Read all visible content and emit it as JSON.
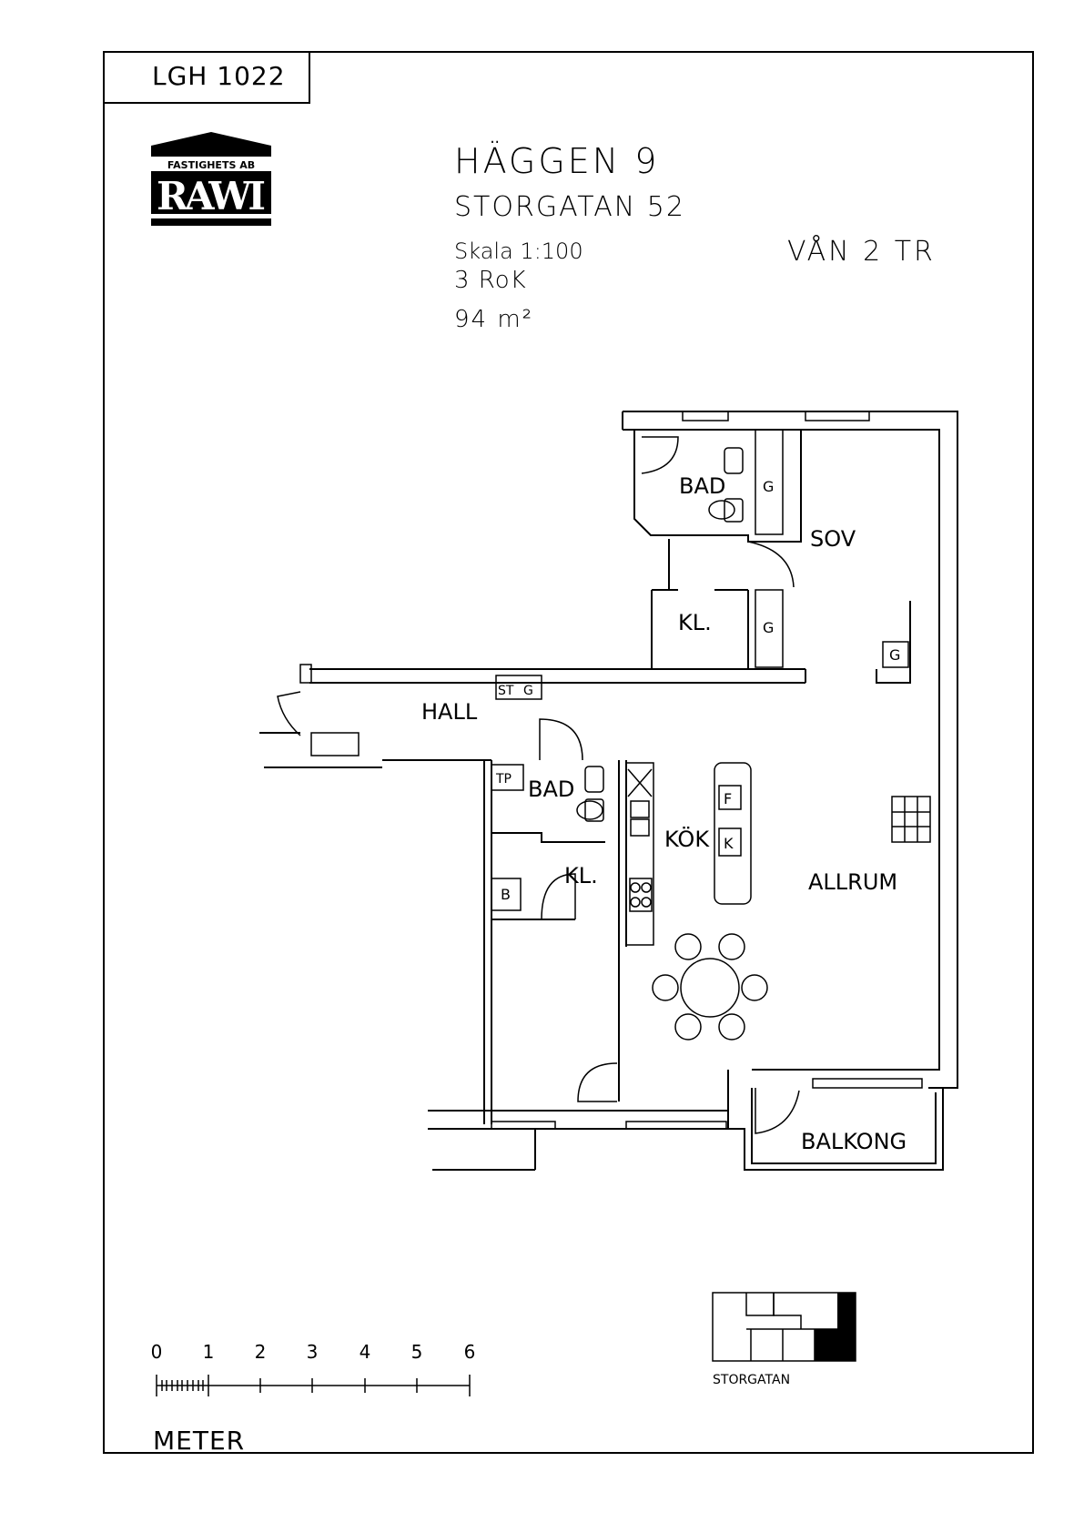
{
  "apartment_label": "LGH 1022",
  "logo": {
    "top_text": "FASTIGHETS AB",
    "name": "RAWI"
  },
  "header": {
    "title": "HÄGGEN 9",
    "address": "STORGATAN 52",
    "scale": "Skala 1:100",
    "rooms": "3 RoK",
    "area": "94 m²",
    "floor": "VÅN 2 TR"
  },
  "rooms": {
    "bad_upper": "BAD",
    "sov": "SOV",
    "kl_upper": "KL.",
    "g1": "G",
    "g2": "G",
    "g3": "G",
    "hall": "HALL",
    "st": "ST",
    "g_hall": "G",
    "tp": "TP",
    "bad_lower": "BAD",
    "kok": "KÖK",
    "f": "F",
    "k": "K",
    "kl_lower": "KL.",
    "b": "B",
    "allrum": "ALLRUM",
    "balkong": "BALKONG"
  },
  "scale_bar": {
    "ticks": [
      "0",
      "1",
      "2",
      "3",
      "4",
      "5",
      "6"
    ],
    "unit": "METER"
  },
  "key_plan": {
    "label": "STORGATAN"
  }
}
